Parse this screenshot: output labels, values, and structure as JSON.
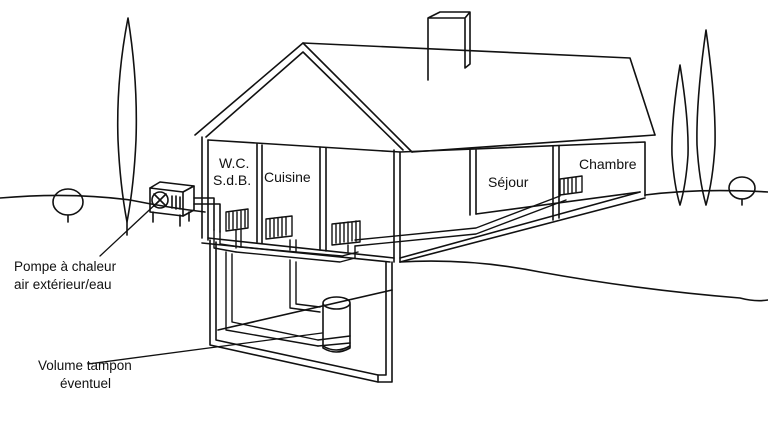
{
  "rooms": {
    "wc": "W.C.",
    "sdb": "S.d.B.",
    "cuisine": "Cuisine",
    "sejour": "Séjour",
    "chambre": "Chambre"
  },
  "callouts": {
    "pompe_line1": "Pompe à chaleur",
    "pompe_line2": "air extérieur/eau",
    "volume_line1": "Volume tampon",
    "volume_line2": "éventuel"
  },
  "colors": {
    "line": "#111111",
    "background": "#ffffff"
  }
}
